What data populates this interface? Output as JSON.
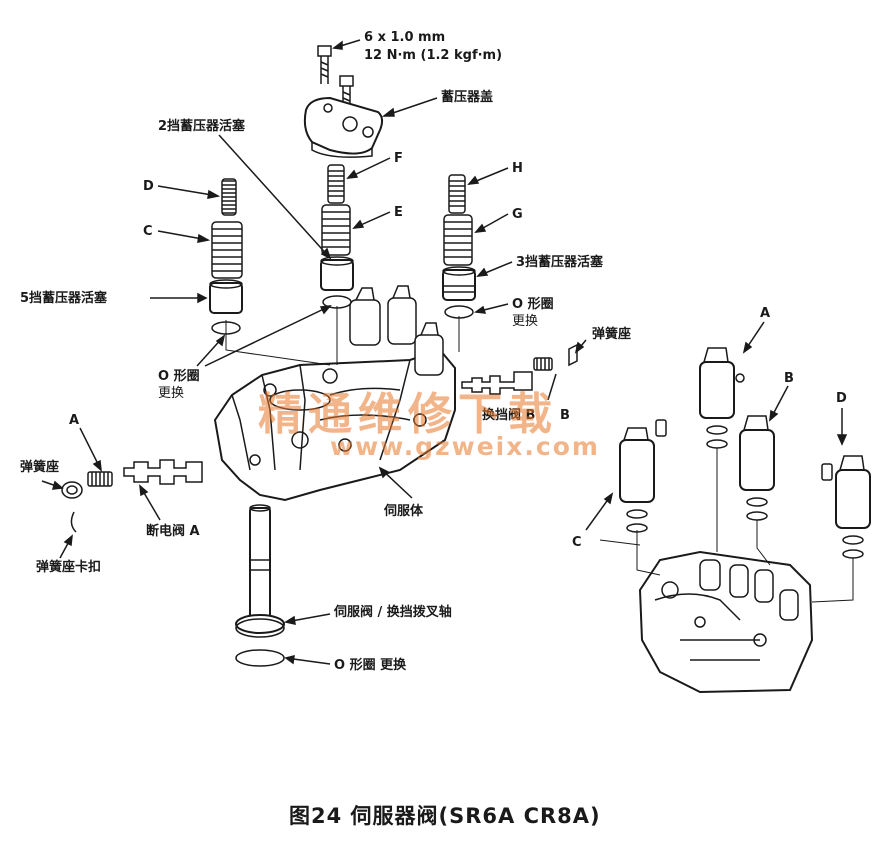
{
  "labels": {
    "bolt_spec_1": "6 x 1.0 mm",
    "bolt_spec_2": "12 N·m (1.2 kgf·m)",
    "accumulator_cover": "蓄压器盖",
    "piston_2nd": "2挡蓄压器活塞",
    "piston_3rd": "3挡蓄压器活塞",
    "piston_5th": "5挡蓄压器活塞",
    "spring_d": "D",
    "spring_c": "C",
    "spring_f": "F",
    "spring_e": "E",
    "spring_h": "H",
    "spring_g": "G",
    "oring_right_1": "O 形圈",
    "oring_right_2": "更换",
    "spring_seat_right": "弹簧座",
    "oring_left_1": "O 形圈",
    "oring_left_2": "更换",
    "shift_valve_b": "换挡阀 B",
    "b_right": "B",
    "a_left": "A",
    "spring_seat_left": "弹簧座",
    "cutoff_valve_a": "断电阀 A",
    "spring_seat_clip": "弹簧座卡扣",
    "servo_body": "伺服体",
    "servo_valve_shaft": "伺服阀 / 换挡拨叉轴",
    "oring_bottom": "O 形圈  更换",
    "solenoid_a": "A",
    "solenoid_b": "B",
    "solenoid_c": "C",
    "solenoid_d": "D"
  },
  "watermark": {
    "text_cn": "精通维修下载",
    "text_url": "www.gzweix.com"
  },
  "caption": "图24  伺服器阀(SR6A CR8A)",
  "colors": {
    "ink": "#1a1a1a",
    "watermark": "#e8772a",
    "background": "#ffffff"
  }
}
